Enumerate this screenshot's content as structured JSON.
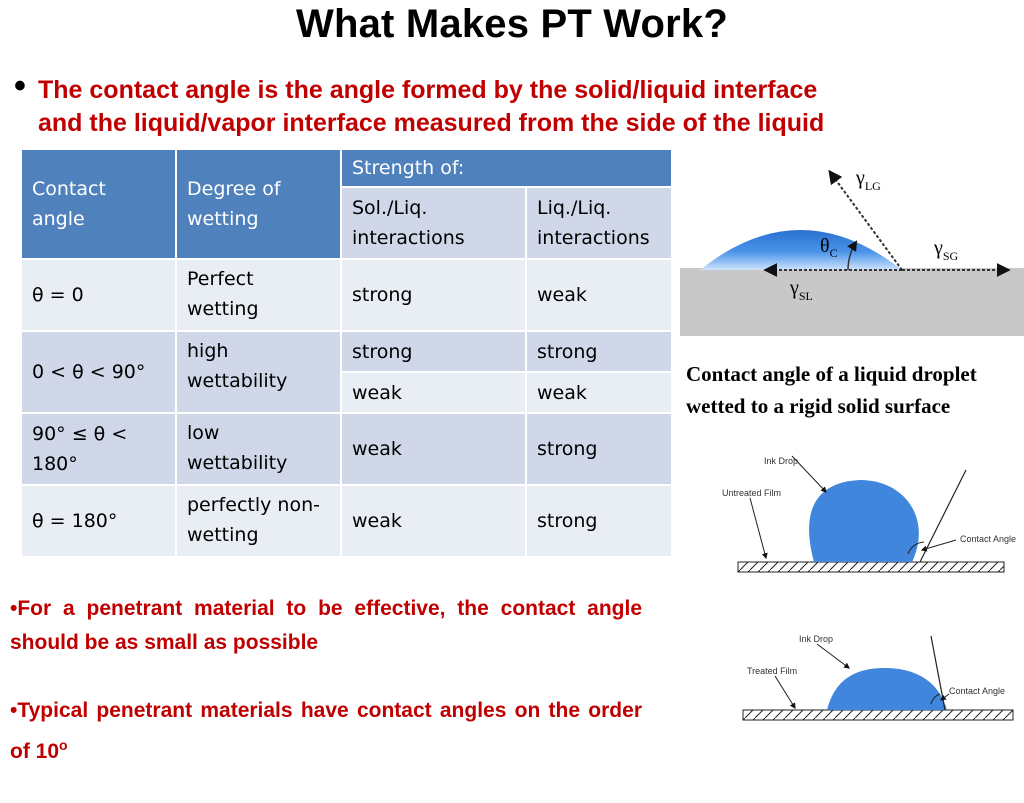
{
  "title": "What Makes PT Work?",
  "intro": {
    "bullet": "•",
    "line1": "The contact angle is the angle formed by the solid/liquid interface",
    "line2": "and the liquid/vapor interface measured from the side of the liquid"
  },
  "table": {
    "col_contact_angle": "Contact angle",
    "col_degree": "Degree of wetting",
    "strength_of": "Strength of:",
    "sub_sol_liq": "Sol./Liq. interactions",
    "sub_liq_liq": "Liq./Liq. interactions",
    "rows": [
      {
        "angle": "θ = 0",
        "degree": "Perfect wetting",
        "sl": "strong",
        "ll": "weak"
      },
      {
        "angle": "0 < θ < 90°",
        "degree": "high wettability",
        "sl": "strong",
        "ll": "strong"
      },
      {
        "sl": "weak",
        "ll": "weak"
      },
      {
        "angle": "90° ≤ θ < 180°",
        "degree": "low wettability",
        "sl": "weak",
        "ll": "strong"
      },
      {
        "angle": "θ = 180°",
        "degree": "perfectly non-wetting",
        "sl": "weak",
        "ll": "strong"
      }
    ]
  },
  "notes": [
    {
      "bullet": "•",
      "text": "For a penetrant material to be effective, the contact angle should be as small as possible"
    },
    {
      "bullet": "•",
      "text": "Typical penetrant materials have contact angles on the order of 10",
      "sup": "o"
    }
  ],
  "caption": "Contact angle of a liquid droplet wetted to a rigid solid surface",
  "diagram_contact": {
    "gamma": "γ",
    "lg_sub": "LG",
    "sg_sub": "SG",
    "sl_sub": "SL",
    "theta": "θ",
    "theta_sub": "C"
  },
  "diagram_untreated": {
    "ink_drop": "Ink Drop",
    "film": "Untreated Film",
    "contact_angle": "Contact Angle"
  },
  "diagram_treated": {
    "ink_drop": "Ink Drop",
    "film": "Treated Film",
    "contact_angle": "Contact Angle"
  },
  "colors": {
    "title": "#000000",
    "accent_red": "#c00000",
    "table_header": "#4f81bd",
    "table_band_dark": "#cfd7e8",
    "table_band_light": "#e9edf4",
    "droplet_blue": "#3b82d8",
    "solid_gray": "#c8c8c8"
  }
}
